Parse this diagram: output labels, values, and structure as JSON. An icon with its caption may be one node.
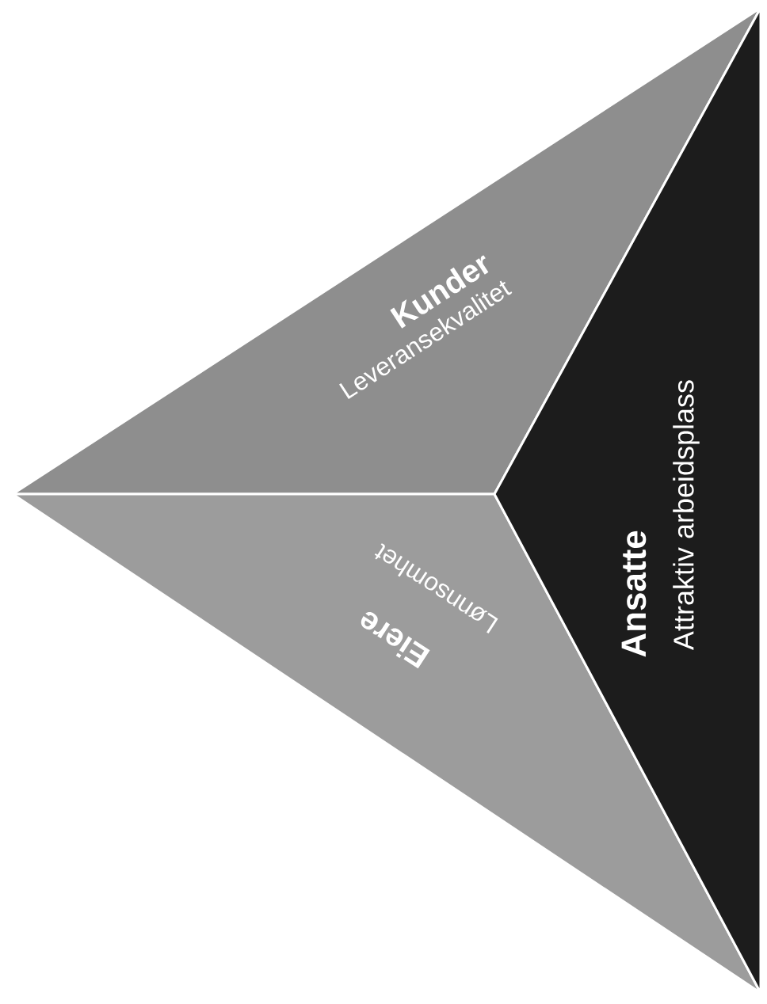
{
  "diagram": {
    "nodes": [
      {
        "text": [
          "Kunder",
          "Leveransekvalitet"
        ]
      },
      {
        "text": [
          "Eiere",
          "Lønnsomhet"
        ]
      },
      {
        "text": [
          "Ansatte",
          "Attraktiv arbeidsplass"
        ]
      }
    ]
  }
}
